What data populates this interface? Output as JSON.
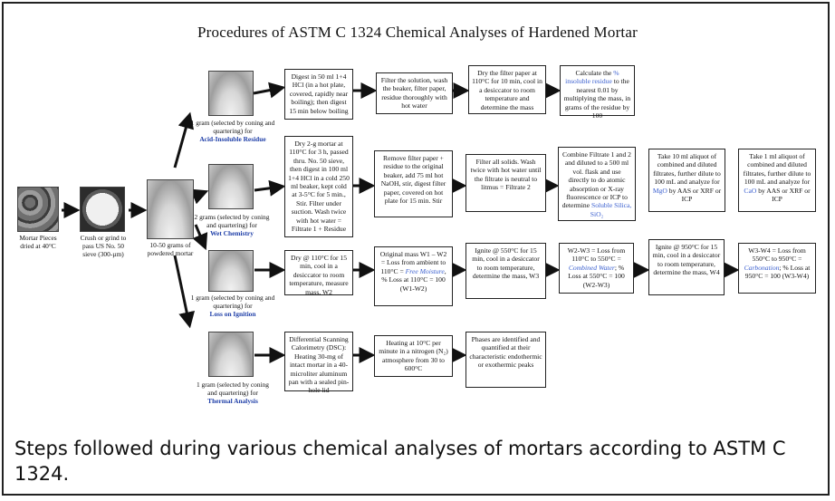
{
  "title": "Procedures of ASTM C 1324 Chemical Analyses of Hardened Mortar",
  "caption": "Steps followed during various chemical analyses of mortars according to ASTM C 1324.",
  "start": {
    "mortar_label": "Mortar Pieces dried at 40°C",
    "crush_label": "Crush or grind to pass US No. 50 sieve (300-µm)",
    "powder_label": "10-50 grams of powdered mortar"
  },
  "branches": {
    "insoluble": {
      "label": "1 gram (selected by coning and quartering) for",
      "name": "Acid-Insoluble Residue"
    },
    "wet": {
      "label": "2 grams (selected by coning and quartering) for",
      "name": "Wet Chemistry"
    },
    "ignition": {
      "label": "1 gram (selected by coning and quartering) for",
      "name": "Loss on Ignition"
    },
    "thermal": {
      "label": "1 gram (selected by coning and quartering) for",
      "name": "Thermal Analysis"
    }
  },
  "row1": {
    "b1": "Digest in 50 ml 1+4 HCl (in a hot plate, covered, rapidly near boiling); then digest 15 min below boiling",
    "b2": "Filter the solution, wash the beaker, filter paper, residue thoroughly with hot water",
    "b3": "Dry the filter paper at 110°C for 10 min, cool in a desiccator to room temperature and determine the mass",
    "b4_pre": "Calculate the ",
    "b4_hl": "% insoluble residue",
    "b4_post": " to the nearest 0.01 by multiplying the mass, in grams of the residue by 100"
  },
  "row2": {
    "b1": "Dry 2-g mortar at 110°C for 3 h, passed thru. No. 50 sieve, then digest in 100 ml 1+4 HCl in a cold 250 ml beaker, kept cold at 3-5°C for 5 min., Stir. Filter under suction. Wash twice with hot water = Filtrate 1 + Residue",
    "b2": "Remove filter paper + residue to the original beaker, add 75 ml hot NaOH, stir, digest filter paper, covered on hot plate for 15 min. Stir",
    "b3": "Filter all solids. Wash twice with hot water until the filtrate is neutral to litmus = Filtrate 2",
    "b4_pre": "Combine Filtrate 1 and 2 and diluted to a 500 ml vol. flask and use directly to do atomic absorption or X-ray fluorescence or ICP to determine ",
    "b4_hl": "Soluble Silica, SiO₂",
    "b5_pre": "Take 10 ml aliquot of combined and diluted filtrates, further dilute to 100 mL and analyze for ",
    "b5_hl": "MgO",
    "b5_post": " by AAS or XRF or ICP",
    "b6_pre": "Take 1 ml aliquot of combined and diluted filtrates, further dilute to 100 mL and analyze for ",
    "b6_hl": "CaO",
    "b6_post": " by AAS or XRF or ICP"
  },
  "row3": {
    "b1": "Dry @ 110°C for 15 min, cool in a desiccator to room temperature, measure mass, W2",
    "b2_pre": "Original mass W1 – W2 = Loss from ambient to 110°C = ",
    "b2_hl": "Free Moisture",
    "b2_post": ", % Loss at 110°C = 100 (W1-W2)",
    "b3": "Ignite @ 550°C for 15 min, cool in a desiccator to room temperature, determine the mass, W3",
    "b4_pre": "W2-W3 = Loss from 110°C to 550°C = ",
    "b4_hl": "Combined Water",
    "b4_post": "; % Loss at 550°C = 100 (W2-W3)",
    "b5": "Ignite @ 950°C for 15 min, cool in a desiccator to room temperature, determine the mass, W4",
    "b6_pre": "W3-W4 = Loss from 550°C to 950°C = ",
    "b6_hl": "Carbonation",
    "b6_post": "; % Loss at 950°C = 100 (W3-W4)"
  },
  "row4": {
    "b1": "Differential Scanning Calorimetry (DSC): Heating 30-mg of intact mortar in a 40-microliter aluminum pan with a sealed pin-hole lid",
    "b2": "Heating at 10°C per minute in a nitrogen (N₂) atmosphere from 30 to 600°C",
    "b3": "Phases are identified and quantified at their characteristic endothermic or exothermic peaks"
  },
  "colors": {
    "highlight": "#3a5fcf",
    "branch_name": "#1f3fa8",
    "border": "#222222"
  }
}
